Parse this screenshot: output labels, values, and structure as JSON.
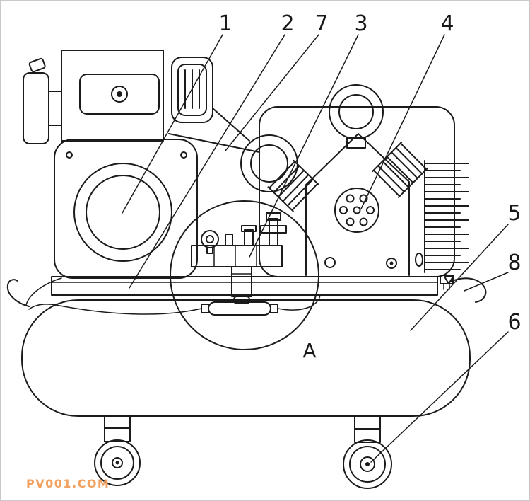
{
  "diagram": {
    "callouts": [
      {
        "text": "1"
      },
      {
        "text": "2"
      },
      {
        "text": "7"
      },
      {
        "text": "3"
      },
      {
        "text": "4"
      },
      {
        "text": "5"
      },
      {
        "text": "8"
      },
      {
        "text": "6"
      }
    ],
    "detail_marker": {
      "text": "A"
    },
    "watermark": {
      "text": "PV001.COM",
      "color": "#F2A160"
    },
    "colors": {
      "line": "#1b1b1b",
      "background": "#ffffff"
    }
  }
}
